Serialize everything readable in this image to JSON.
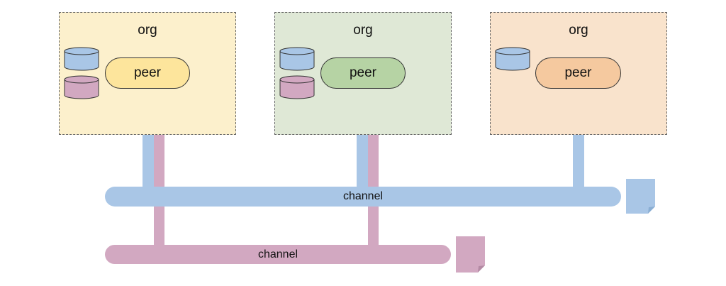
{
  "colors": {
    "blue": "#a9c6e6",
    "pink": "#d2a8c1",
    "org1_fill": "#fcf0cc",
    "org2_fill": "#dfe8d6",
    "org3_fill": "#f9e3cc",
    "peer1_fill": "#fde59c",
    "peer2_fill": "#b6d3a4",
    "peer3_fill": "#f5c99f"
  },
  "orgs": [
    {
      "label": "org",
      "peer_label": "peer"
    },
    {
      "label": "org",
      "peer_label": "peer"
    },
    {
      "label": "org",
      "peer_label": "peer"
    }
  ],
  "channels": [
    {
      "label": "channel",
      "color": "blue"
    },
    {
      "label": "channel",
      "color": "pink"
    }
  ]
}
